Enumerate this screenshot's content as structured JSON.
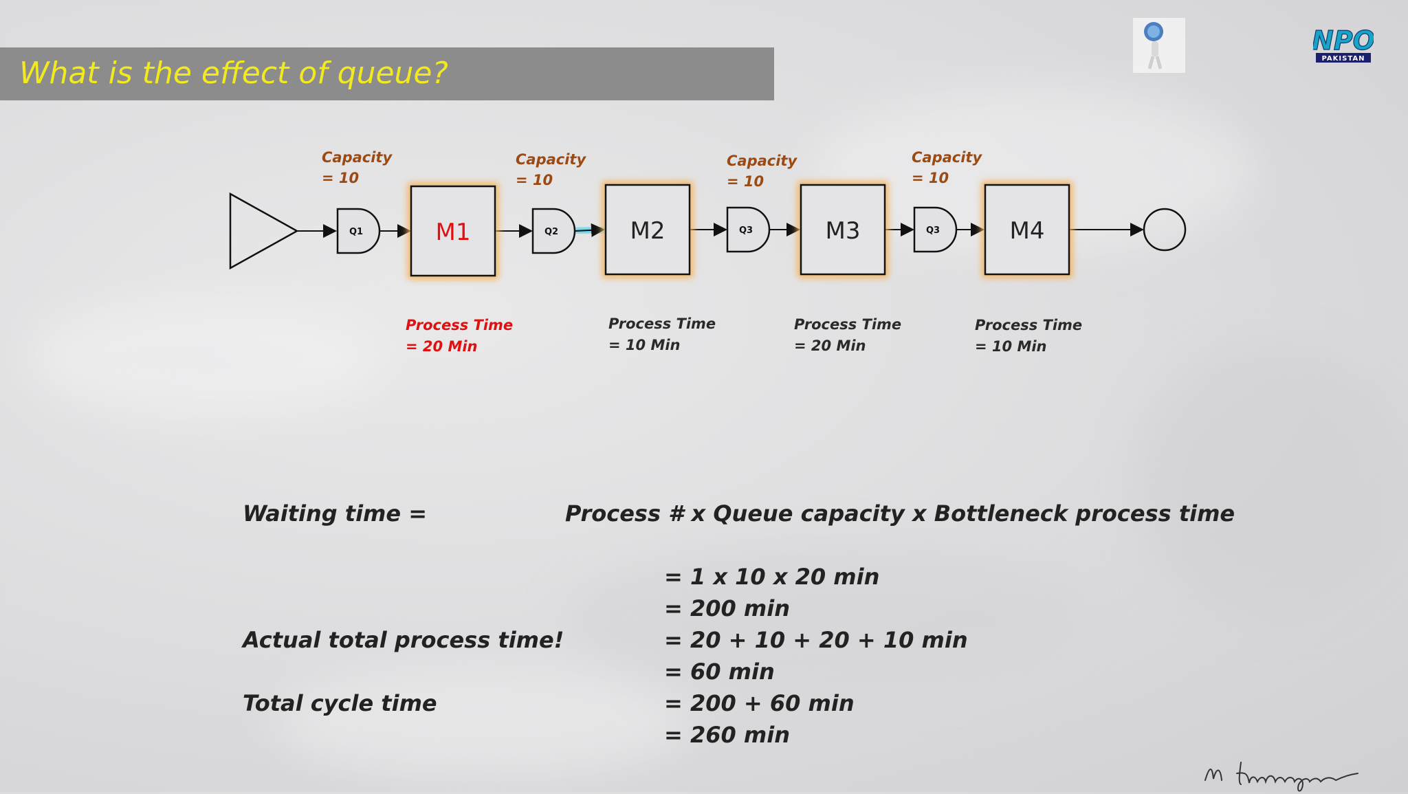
{
  "title": "What is the effect of queue?",
  "logo": {
    "main_text": "NPO",
    "sub_text": "PAKISTAN"
  },
  "diagram": {
    "queues": [
      {
        "label": "Q1",
        "capacity_line1": "Capacity",
        "capacity_line2": "= 10"
      },
      {
        "label": "Q2",
        "capacity_line1": "Capacity",
        "capacity_line2": "= 10"
      },
      {
        "label": "Q3",
        "capacity_line1": "Capacity",
        "capacity_line2": "= 10"
      },
      {
        "label": "Q3",
        "capacity_line1": "Capacity",
        "capacity_line2": "= 10"
      }
    ],
    "machines": [
      {
        "label": "M1",
        "pt_line1": "Process Time",
        "pt_line2": "= 20 Min",
        "highlight": true
      },
      {
        "label": "M2",
        "pt_line1": "Process Time",
        "pt_line2": "= 10 Min",
        "highlight": false
      },
      {
        "label": "M3",
        "pt_line1": "Process Time",
        "pt_line2": "= 20 Min",
        "highlight": false
      },
      {
        "label": "M4",
        "pt_line1": "Process Time",
        "pt_line2": "= 10 Min",
        "highlight": false
      }
    ],
    "colors": {
      "capacity": "#9b4a13",
      "highlight": "#e01010",
      "flow_glow": "#5fd3ee",
      "machine_glow": "#f4b25a"
    }
  },
  "formulas": {
    "waiting_label": "Waiting time =",
    "waiting_formula": "Process # x Queue capacity x Bottleneck process time",
    "step1": "= 1 x 10 x 20 min",
    "step2": "= 200 min",
    "actual_label": "Actual total process time!",
    "step3": "= 20 + 10 + 20 + 10 min",
    "step4": "= 60 min",
    "total_label": "Total cycle time",
    "step5": "= 200 + 60 min",
    "step6": "= 260 min"
  }
}
